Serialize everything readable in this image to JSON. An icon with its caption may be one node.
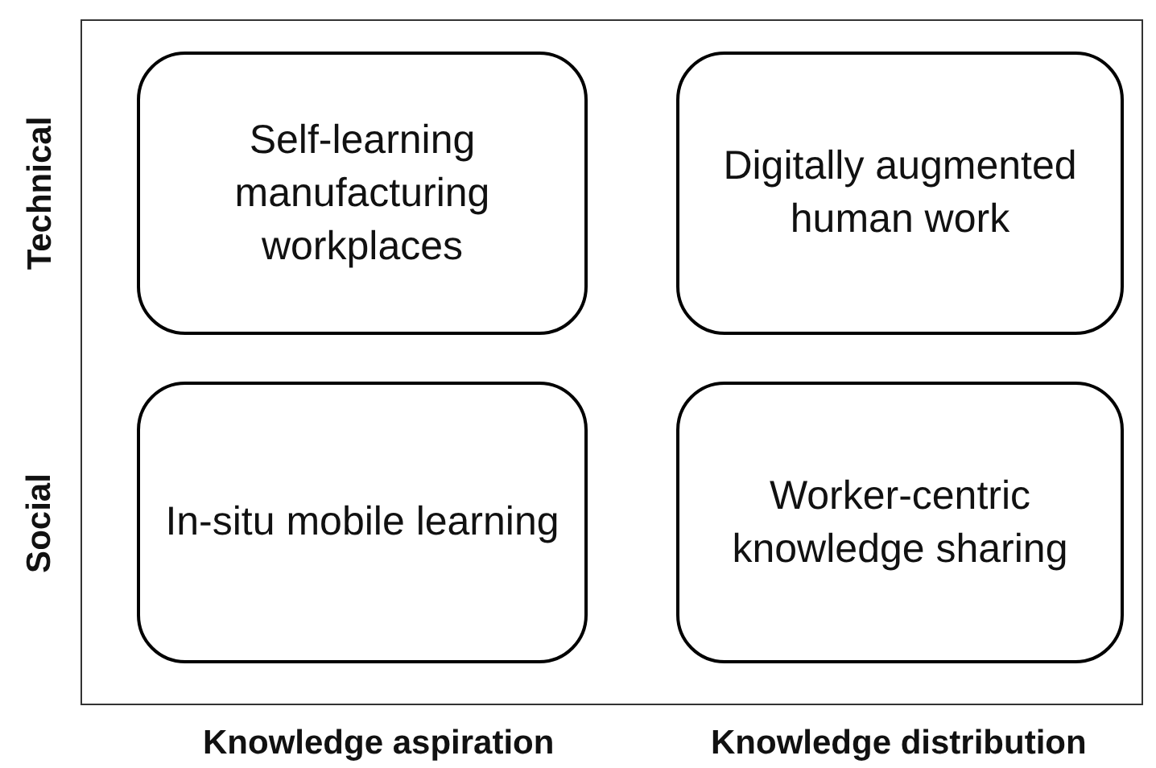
{
  "diagram": {
    "nodes": [
      {
        "text": [
          "Self-learning manufacturing workplaces"
        ]
      },
      {
        "text": [
          "Digitally augmented human work"
        ]
      },
      {
        "text": [
          "In-situ mobile learning"
        ]
      },
      {
        "text": [
          "Worker-centric knowledge sharing"
        ]
      }
    ],
    "labels": [
      "Technical",
      "Social",
      "Knowledge aspiration",
      "Knowledge distribution"
    ]
  }
}
